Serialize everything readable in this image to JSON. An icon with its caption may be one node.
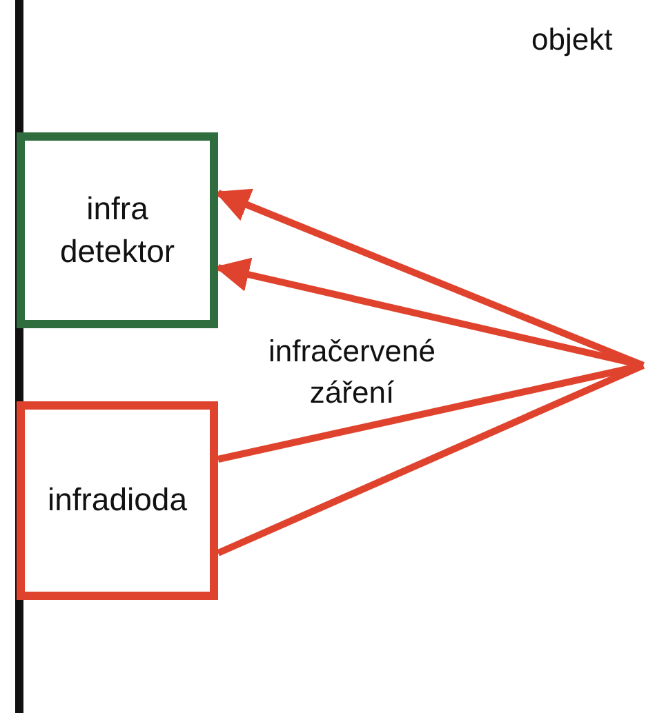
{
  "diagram": {
    "nodes": [
      {
        "text": [
          "infra detektor"
        ]
      },
      {
        "text": [
          "infradioda"
        ]
      }
    ],
    "edges": [
      {
        "from": 1,
        "to": null,
        "arrow": "none"
      },
      {
        "from": 1,
        "to": null,
        "arrow": "none"
      },
      {
        "from": null,
        "to": 0,
        "arrow": "to"
      },
      {
        "from": null,
        "to": 0,
        "arrow": "to"
      }
    ],
    "labels": [
      "objekt",
      "infračervené záření"
    ]
  }
}
